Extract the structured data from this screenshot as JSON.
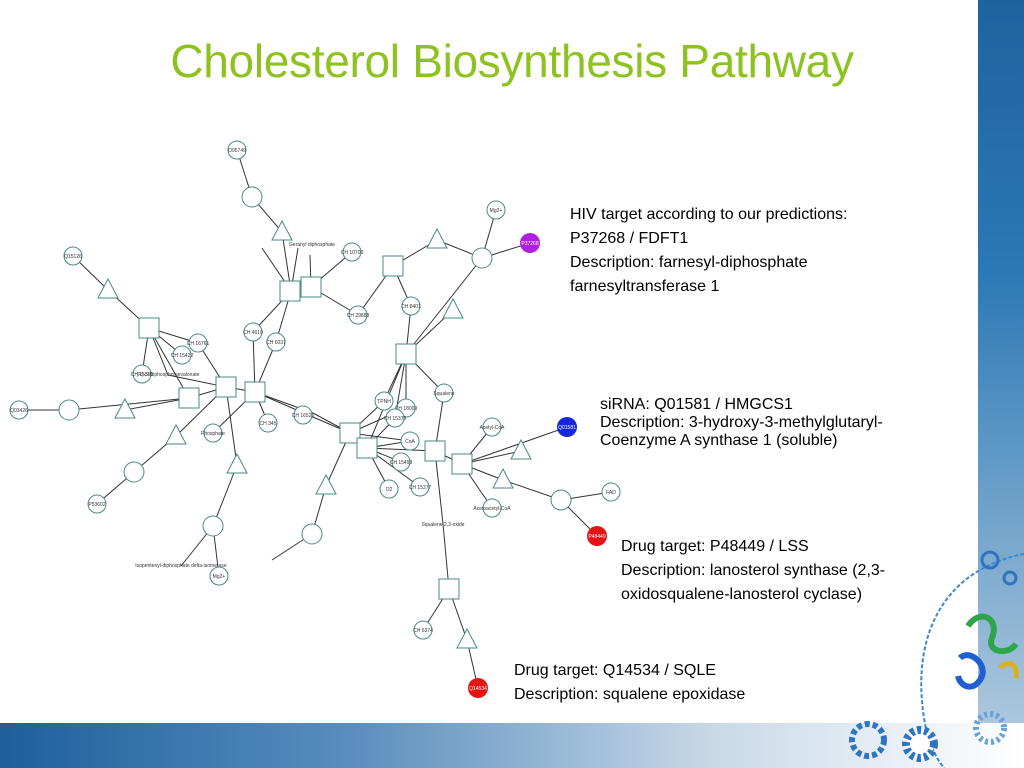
{
  "title": "Cholesterol Biosynthesis Pathway",
  "annotations": {
    "hiv": {
      "line1": "HIV target according to our predictions:",
      "line2": "P37268 / FDFT1",
      "line3": "Description: farnesyl-diphosphate",
      "line4": "farnesyltransferase 1"
    },
    "sirna": {
      "line1": "siRNA: Q01581 / HMGCS1",
      "line2": "Description: 3-hydroxy-3-methylglutaryl-",
      "line3": "Coenzyme A synthase 1 (soluble)"
    },
    "lss": {
      "line1": "Drug target: P48449 / LSS",
      "line2": "Description: lanosterol synthase (2,3-",
      "line3": "oxidosqualene-lanosterol cyclase)"
    },
    "sqle": {
      "line1": "Drug target: Q14534 / SQLE",
      "line2": "Description: squalene epoxidase"
    }
  },
  "pathway_labels": {
    "o95749": "O95749",
    "mg2plus_top": "Mg2+",
    "p37268": "P37268",
    "q15126": "Q15126",
    "geranyl": "Geranyl diphosphate",
    "ch10700": "CH 10700",
    "ch29888": "CH 29888",
    "ch8401": "CH 8401",
    "ch4610": "CH 4610",
    "ch6037": "CH 6037",
    "ch16761": "CH 16761",
    "ch15422": "CH 15422",
    "ch15351": "CH 15351",
    "diphosphomevalonate": "(R)-5-Diphosphomevalonate",
    "q03426": "Q03426",
    "ch16526": "CH 16526",
    "ch345": "CH 345",
    "phosphate": "Phosphate",
    "tpnh": "TPNH",
    "ch18009": "CH 18009",
    "ch15379": "CH 15379",
    "squalene": "Squalene",
    "coa": "CoA",
    "ch15493": "CH 15493",
    "ch15377": "CH 15377",
    "o2": "O2",
    "acetyl_coa": "Acetyl-CoA",
    "q01581": "Q01581",
    "acetoacetyl_coa": "Acetoacetyl-CoA",
    "fad": "FAD",
    "p48449": "P48449",
    "p53602": "P53602",
    "squalene_oxide": "Squalene 2,3-oxide",
    "isopentenyl": "Isopentenyl-diphosphate delta-isomerase",
    "mg2plus_bottom": "Mg2+",
    "ch6374": "CH 6374",
    "q14534": "Q14534"
  },
  "colors": {
    "title": "#8dc21f",
    "hiv_target": "#b020e0",
    "sirna": "#1428d8",
    "drug_target": "#e41414",
    "node_stroke": "#4a8a86"
  }
}
